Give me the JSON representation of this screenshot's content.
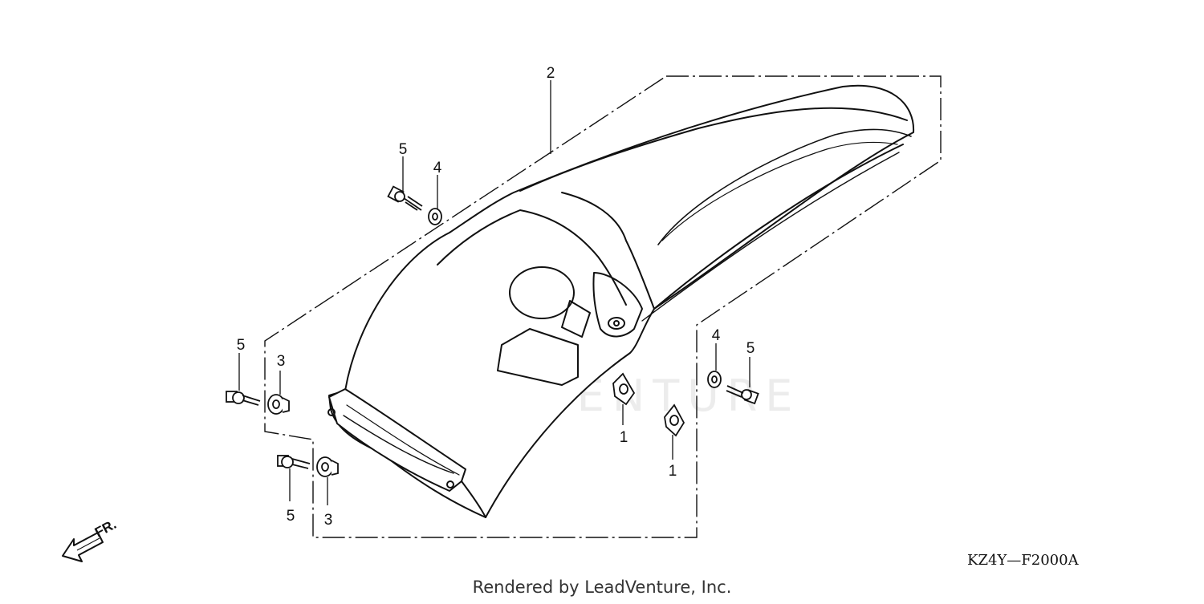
{
  "diagram": {
    "callouts": {
      "c1": "1",
      "c2": "1",
      "c3": "2",
      "c4": "3",
      "c5": "3",
      "c6": "4",
      "c7": "4",
      "c8": "5",
      "c9": "5",
      "c10": "5",
      "c11": "5"
    },
    "front_marker": "FR.",
    "watermark": "LEADVENTURE",
    "diagram_code": "KZ4Y—F2000A",
    "credit": "Rendered by LeadVenture, Inc."
  }
}
